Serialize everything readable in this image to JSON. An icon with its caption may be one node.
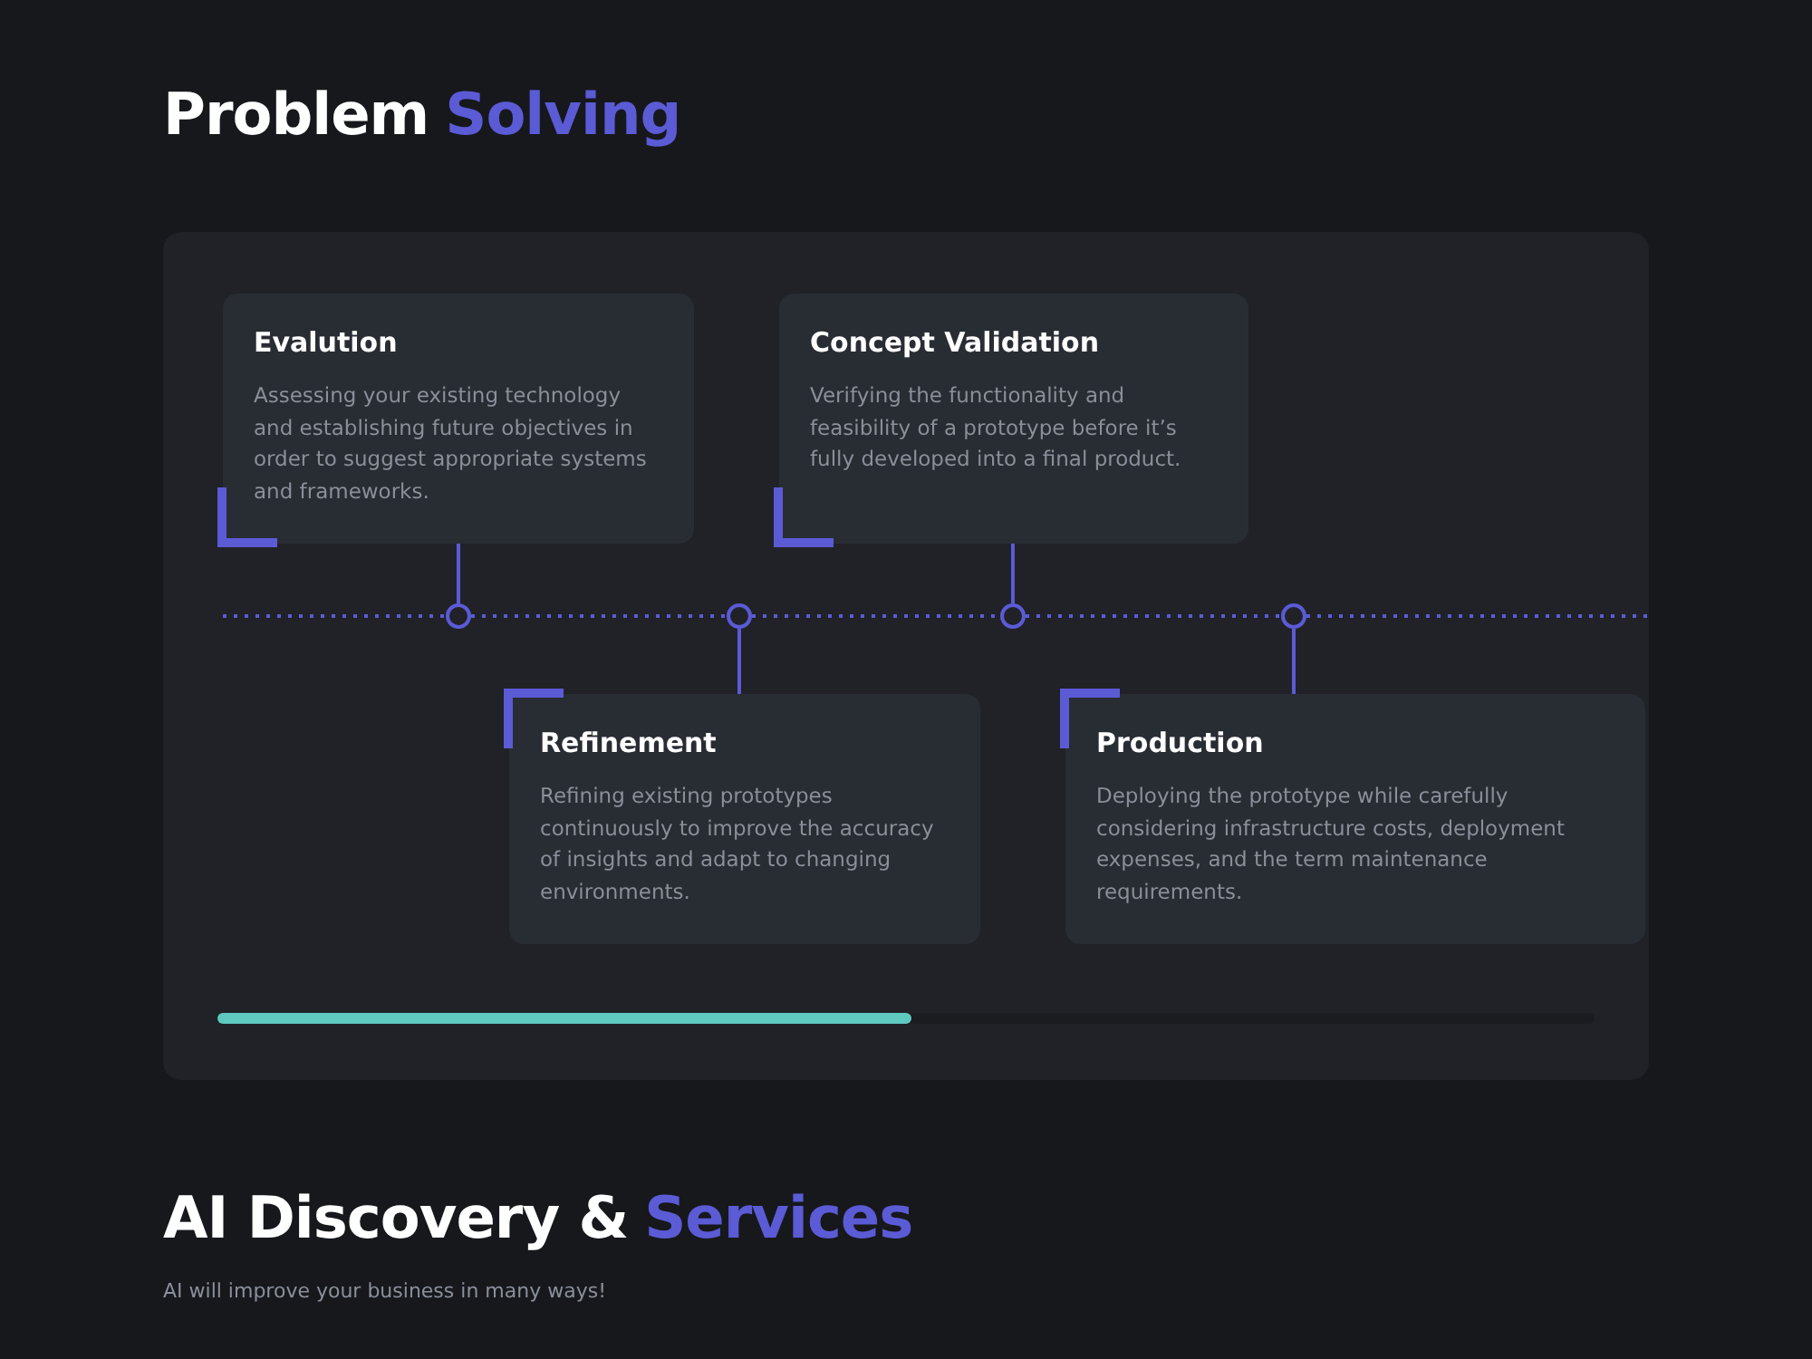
{
  "diagram": {
    "nodes": [
      {
        "text": [
          "Evalution",
          "Assessing your existing technology and establishing future objectives in order to suggest appropriate systems and frameworks."
        ]
      },
      {
        "text": [
          "Concept Validation",
          "Verifying the functionality and feasibility of a prototype before it’s fully developed into a final product."
        ]
      },
      {
        "text": [
          "Refinement",
          "Refining existing prototypes continuously to improve the accuracy of insights and adapt to changing environments."
        ]
      },
      {
        "text": [
          "Production",
          "Deploying the prototype while carefully considering infrastructure costs, deployment expenses, and the term maintenance requirements."
        ]
      },
      {
        "text": [],
        "shape": "circle"
      },
      {
        "text": [],
        "shape": "circle"
      },
      {
        "text": [],
        "shape": "circle"
      },
      {
        "text": [],
        "shape": "circle"
      }
    ],
    "edges": [
      {
        "from": 0,
        "to": 4,
        "arrow": "none"
      },
      {
        "from": 2,
        "to": 5,
        "arrow": "none"
      },
      {
        "from": 1,
        "to": 6,
        "arrow": "none"
      },
      {
        "from": 3,
        "to": 7,
        "arrow": "none"
      },
      {
        "from": 4,
        "to": 5,
        "arrow": "none",
        "style": "dashed"
      },
      {
        "from": 5,
        "to": 6,
        "arrow": "none",
        "style": "dashed"
      },
      {
        "from": 6,
        "to": 7,
        "arrow": "none",
        "style": "dashed"
      }
    ],
    "labels": [
      "Problem",
      "Solving",
      "AI Discovery &",
      "Services",
      "AI will improve your business in many ways!"
    ]
  }
}
